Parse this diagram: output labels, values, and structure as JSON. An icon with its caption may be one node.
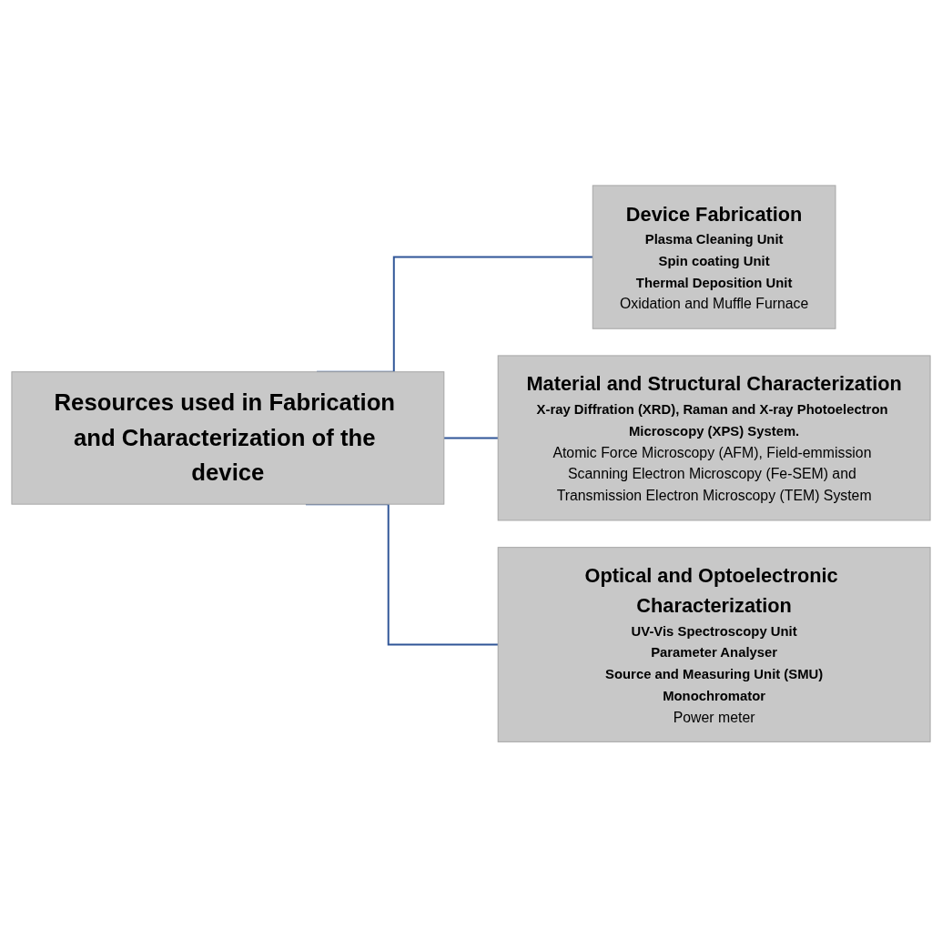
{
  "diagram": {
    "nodes": [
      {
        "text": [
          "Resources used in Fabrication and Characterization of the device"
        ]
      },
      {
        "text": [
          "Device Fabrication",
          "Plasma Cleaning Unit",
          "Spin coating Unit",
          "Thermal Deposition Unit",
          "Oxidation and Muffle Furnace"
        ]
      },
      {
        "text": [
          "Material and Structural Characterization",
          "X-ray Diffration (XRD), Raman and X-ray Photoelectron Microscopy (XPS) System.",
          "Atomic Force Microscopy (AFM), Field-emmission Scanning Electron Microscopy (Fe-SEM) and Transmission Electron Microscopy (TEM) System"
        ]
      },
      {
        "text": [
          "Optical and Optoelectronic Characterization",
          "UV-Vis Spectroscopy Unit",
          "Parameter Analyser",
          "Source and Measuring Unit (SMU)",
          "Monochromator",
          "Power meter"
        ]
      }
    ],
    "edges": [
      {
        "from": 0,
        "to": 1,
        "arrow": "none"
      },
      {
        "from": 0,
        "to": 2,
        "arrow": "none"
      },
      {
        "from": 0,
        "to": 3,
        "arrow": "none"
      }
    ]
  }
}
